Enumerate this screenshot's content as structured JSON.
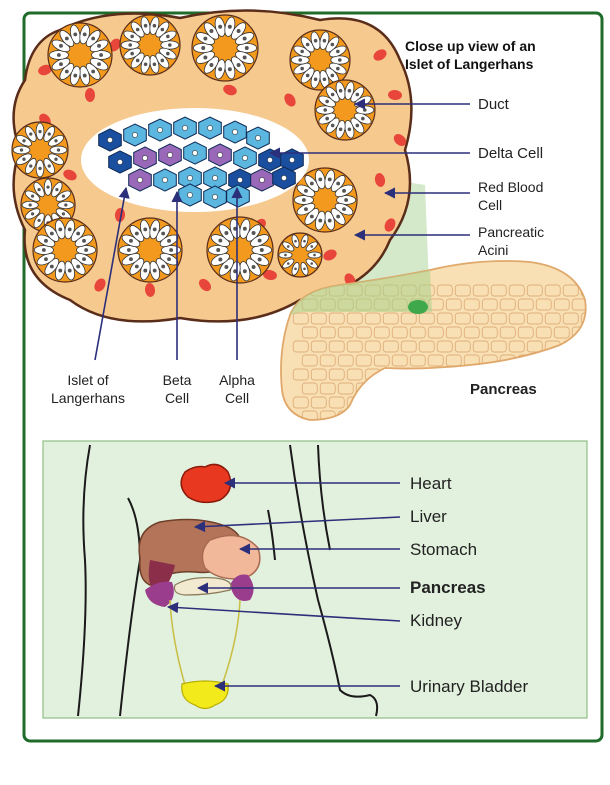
{
  "islet_panel": {
    "title_line1": "Close up view of an",
    "title_line2": "Islet of Langerhans",
    "labels": {
      "duct": "Duct",
      "delta_cell": "Delta Cell",
      "red_blood_cell_1": "Red Blood",
      "red_blood_cell_2": "Cell",
      "pancreatic_acini_1": "Pancreatic",
      "pancreatic_acini_2": "Acini",
      "islet_1": "Islet of",
      "islet_2": "Langerhans",
      "beta_1": "Beta",
      "beta_2": "Cell",
      "alpha_1": "Alpha",
      "alpha_2": "Cell",
      "pancreas": "Pancreas"
    }
  },
  "body_panel": {
    "labels": {
      "heart": "Heart",
      "liver": "Liver",
      "stomach": "Stomach",
      "pancreas": "Pancreas",
      "kidney": "Kidney",
      "bladder": "Urinary Bladder"
    }
  },
  "colors": {
    "frame": "#1f6b2a",
    "panel_bg": "#e2f1de",
    "tissue": "#f6c98f",
    "acini_orange": "#f39a1e",
    "blood_red": "#e8463a",
    "beta_cell": "#5bb7e0",
    "delta_cell": "#1a4fa0",
    "alpha_cell": "#9a68b8",
    "leader_line": "#2c2f7a",
    "pancreas_fill": "#f8dfb4",
    "heart": "#e8381f",
    "liver": "#b4745a",
    "stomach": "#f2b89a",
    "kidney": "#9a3d8c",
    "bladder": "#f2ea1a"
  }
}
